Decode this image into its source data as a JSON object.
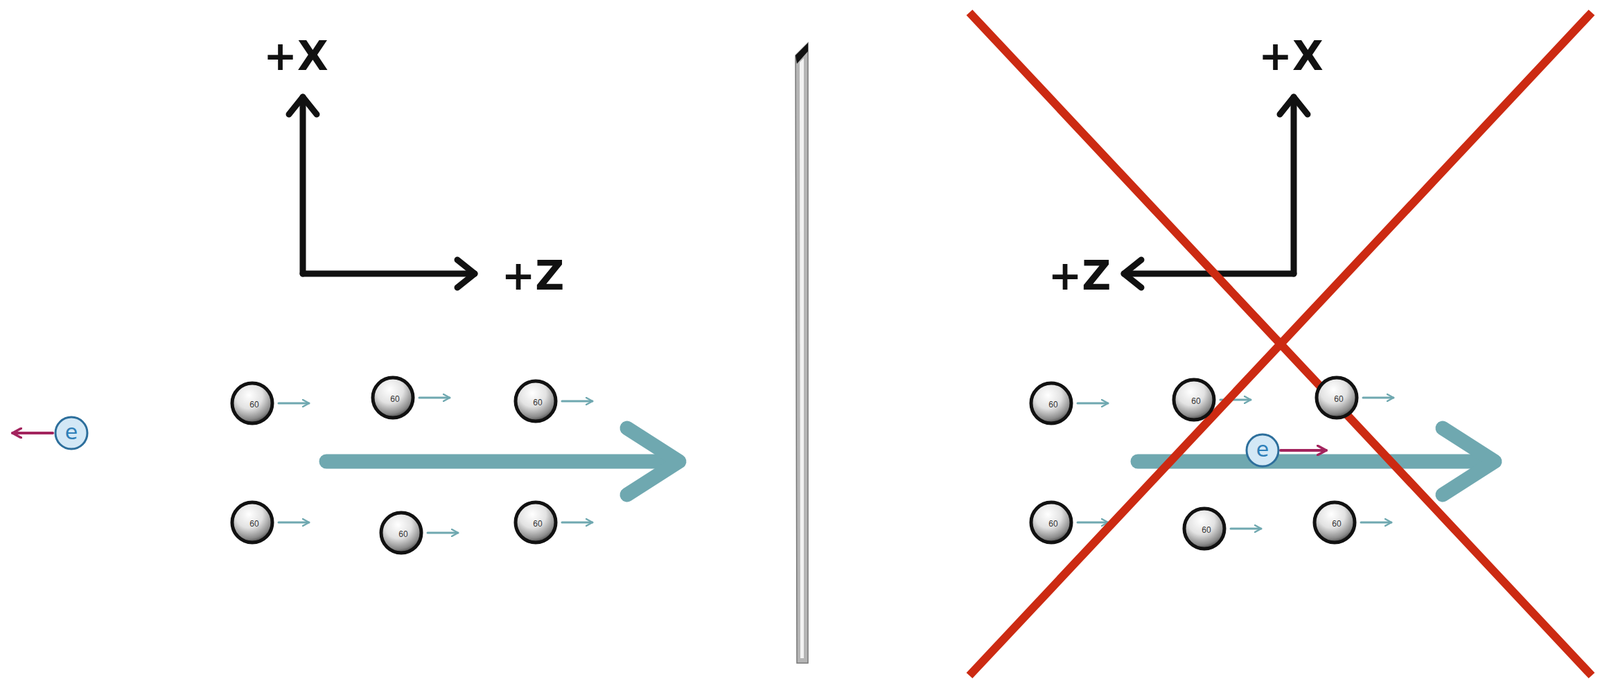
{
  "diagram": {
    "nodes": [
      {
        "text": [
          "e"
        ]
      },
      {
        "text": [
          "60"
        ]
      },
      {
        "text": [
          "60"
        ]
      },
      {
        "text": [
          "60"
        ]
      },
      {
        "text": [
          "60"
        ]
      },
      {
        "text": [
          "60"
        ]
      },
      {
        "text": [
          "60"
        ]
      },
      {
        "text": [
          "60"
        ]
      },
      {
        "text": [
          "60"
        ]
      },
      {
        "text": [
          "60"
        ]
      },
      {
        "text": [
          "60"
        ]
      },
      {
        "text": [
          "60"
        ]
      },
      {
        "text": [
          "60"
        ]
      },
      {
        "text": [
          "e"
        ]
      }
    ],
    "labels": [
      "+X",
      "+Z",
      "+X",
      "+Z"
    ]
  }
}
